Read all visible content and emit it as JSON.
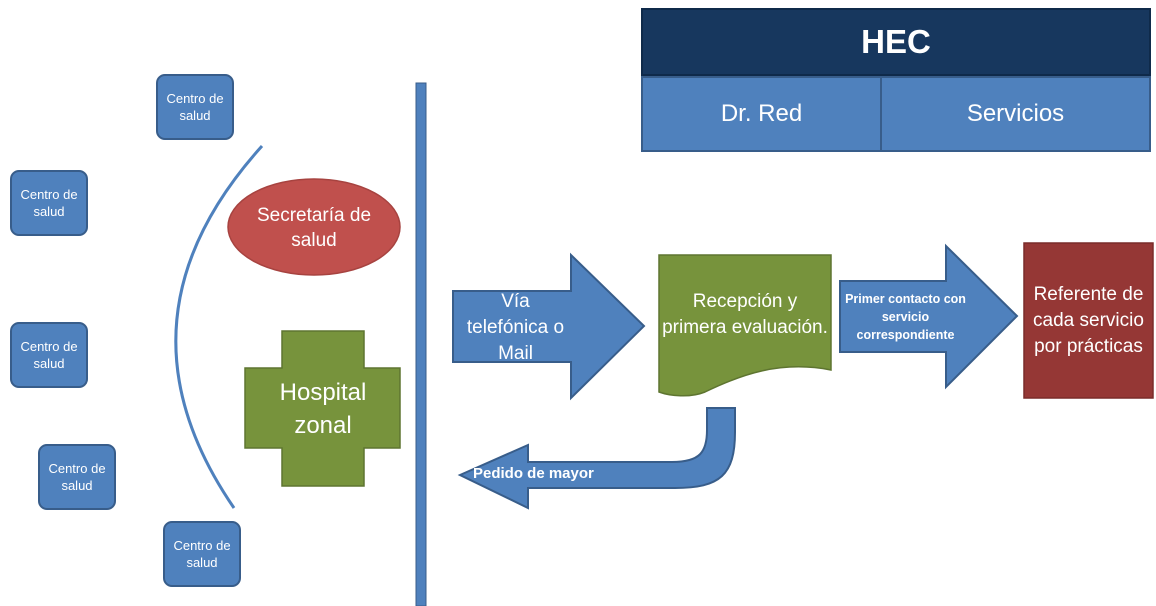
{
  "centros": [
    {
      "label": "Centro de salud"
    },
    {
      "label": "Centro de salud"
    },
    {
      "label": "Centro de salud"
    },
    {
      "label": "Centro de salud"
    },
    {
      "label": "Centro de salud"
    }
  ],
  "secretaria": {
    "label": "Secretaría de salud"
  },
  "hospital": {
    "label": "Hospital zonal"
  },
  "hec": {
    "title": "HEC",
    "cells": [
      "Dr. Red",
      "Servicios"
    ]
  },
  "flow": {
    "via": "Vía telefónica o Mail",
    "recepcion": "Recepción y primera evaluación.",
    "primer_contacto": "Primer contacto con servicio correspondiente",
    "referente": "Referente de cada servicio por prácticas",
    "pedido": "Pedido de mayor"
  },
  "colors": {
    "blue": "#4f81bd",
    "blue_border": "#385d8a",
    "navy": "#17375e",
    "red_ellipse": "#c0504d",
    "green": "#77933c",
    "dark_red": "#953735"
  }
}
